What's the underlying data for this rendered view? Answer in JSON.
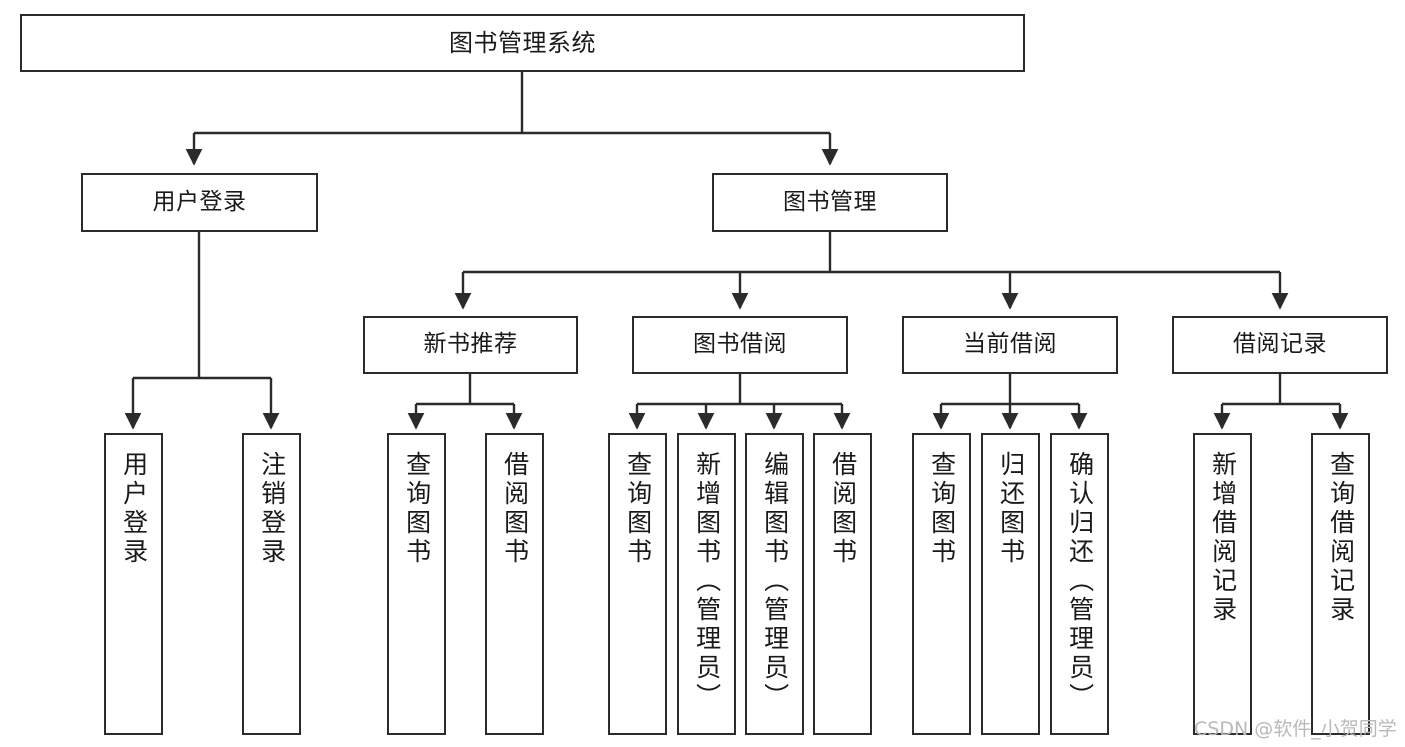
{
  "diagram": {
    "title": "图书管理系统",
    "type": "tree-hierarchy-chart",
    "colors": {
      "box_border": "#2b2b2b",
      "box_fill": "#ffffff",
      "edge": "#2b2b2b",
      "text": "#1a1a1a",
      "watermark": "#b9b9b9",
      "background": "#ffffff"
    }
  },
  "nodes": {
    "root": {
      "label": "图书管理系统"
    },
    "level2": [
      {
        "label": "用户登录"
      },
      {
        "label": "图书管理"
      }
    ],
    "level3": [
      {
        "label": "新书推荐"
      },
      {
        "label": "图书借阅"
      },
      {
        "label": "当前借阅"
      },
      {
        "label": "借阅记录"
      }
    ],
    "leaves": {
      "user_login": [
        {
          "label": "用户登录"
        },
        {
          "label": "注销登录"
        }
      ],
      "new_book_recommend": [
        {
          "label": "查询图书"
        },
        {
          "label": "借阅图书"
        }
      ],
      "book_borrow": [
        {
          "label": "查询图书"
        },
        {
          "label": "新增图书（管理员）"
        },
        {
          "label": "编辑图书（管理员）"
        },
        {
          "label": "借阅图书"
        }
      ],
      "current_borrow": [
        {
          "label": "查询图书"
        },
        {
          "label": "归还图书"
        },
        {
          "label": "确认归还（管理员）"
        }
      ],
      "borrow_record": [
        {
          "label": "新增借阅记录"
        },
        {
          "label": "查询借阅记录"
        }
      ]
    }
  },
  "watermark": {
    "text": "CSDN @软件_小贺同学"
  }
}
